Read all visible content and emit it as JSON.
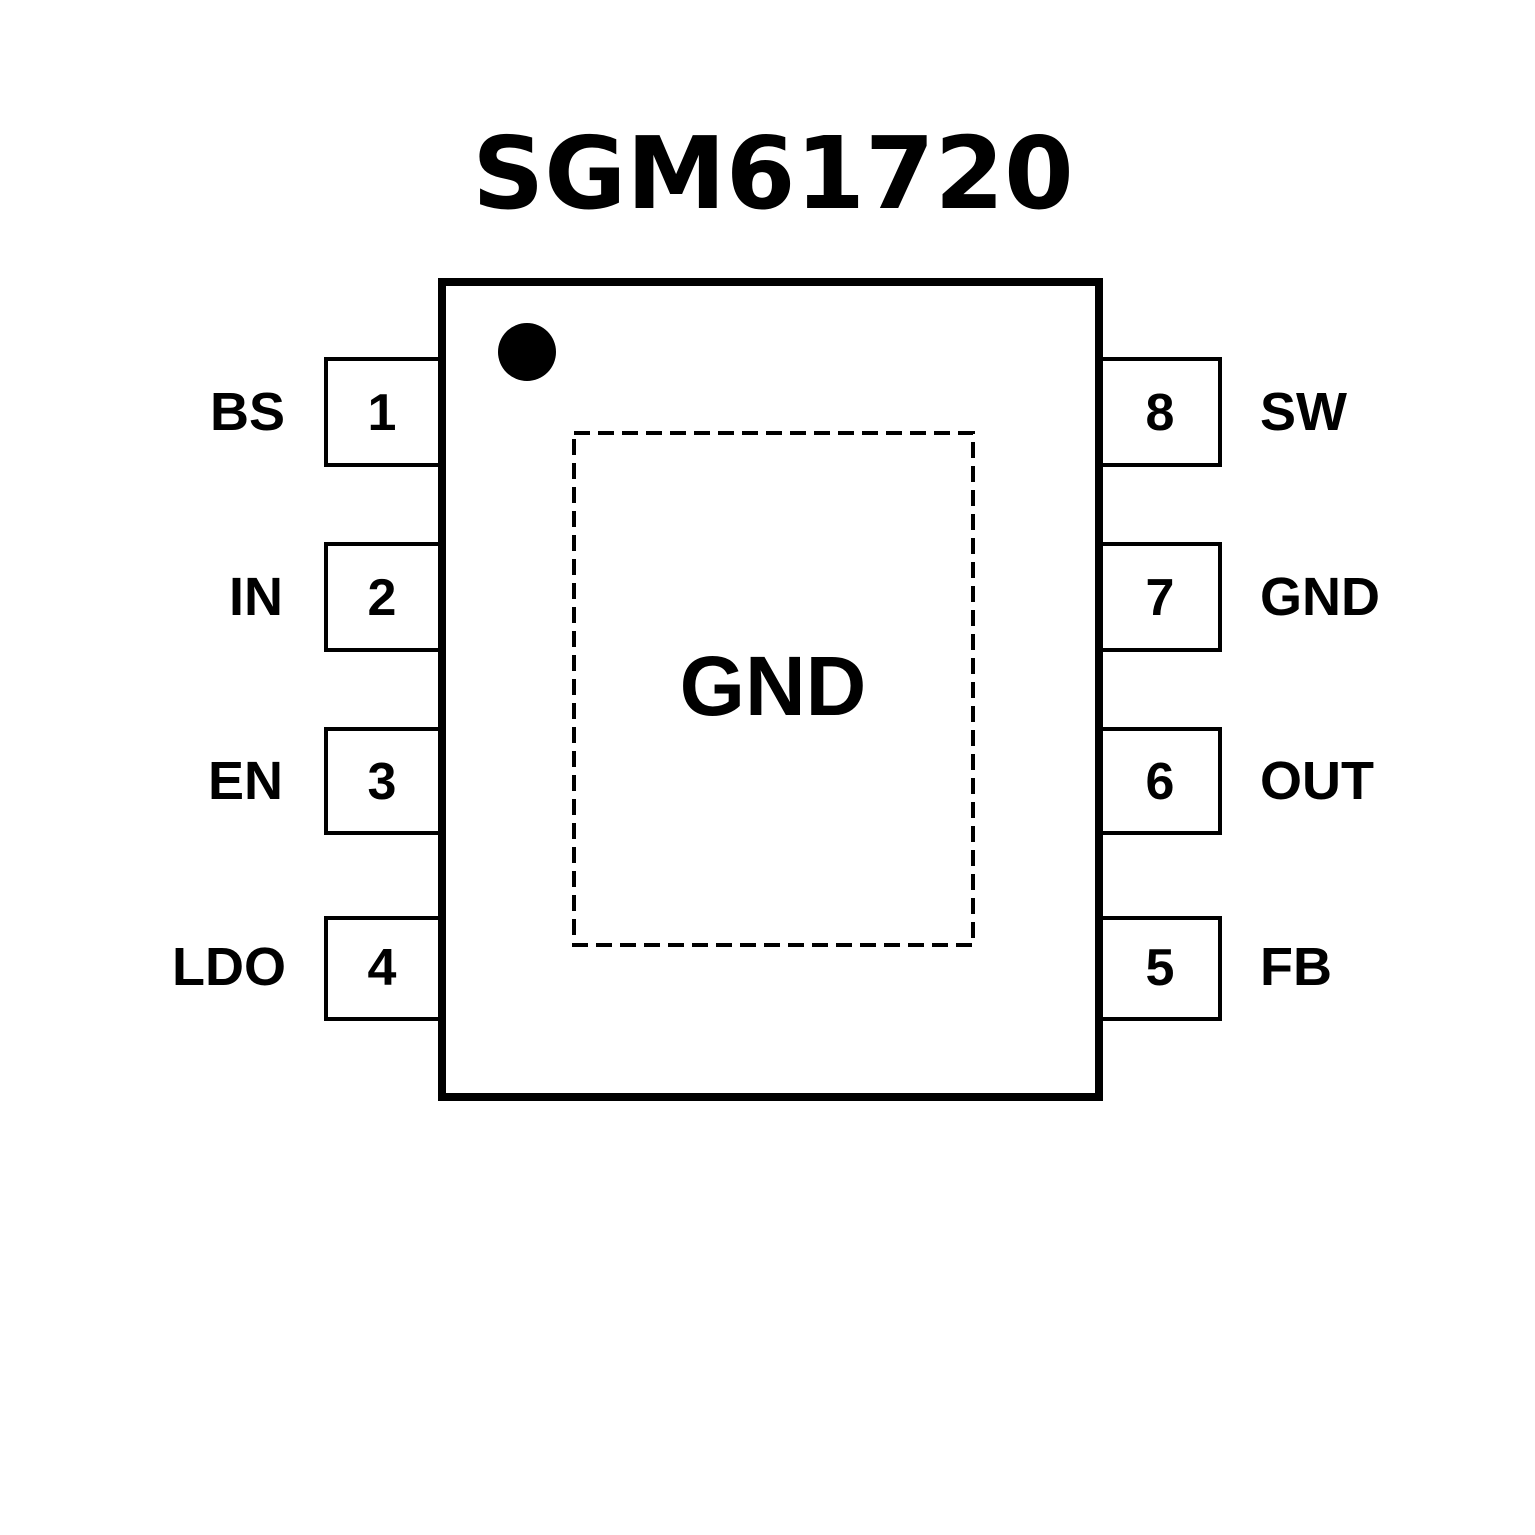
{
  "title": "SGM61720",
  "package": {
    "pin1_marker": "pin-1-indicator-dot",
    "exposed_pad_label": "GND"
  },
  "pins_left": [
    {
      "number": "1",
      "name": "BS"
    },
    {
      "number": "2",
      "name": "IN"
    },
    {
      "number": "3",
      "name": "EN"
    },
    {
      "number": "4",
      "name": "LDO"
    }
  ],
  "pins_right": [
    {
      "number": "8",
      "name": "SW"
    },
    {
      "number": "7",
      "name": "GND"
    },
    {
      "number": "6",
      "name": "OUT"
    },
    {
      "number": "5",
      "name": "FB"
    }
  ],
  "colors": {
    "stroke": "#000000",
    "background": "#ffffff"
  }
}
